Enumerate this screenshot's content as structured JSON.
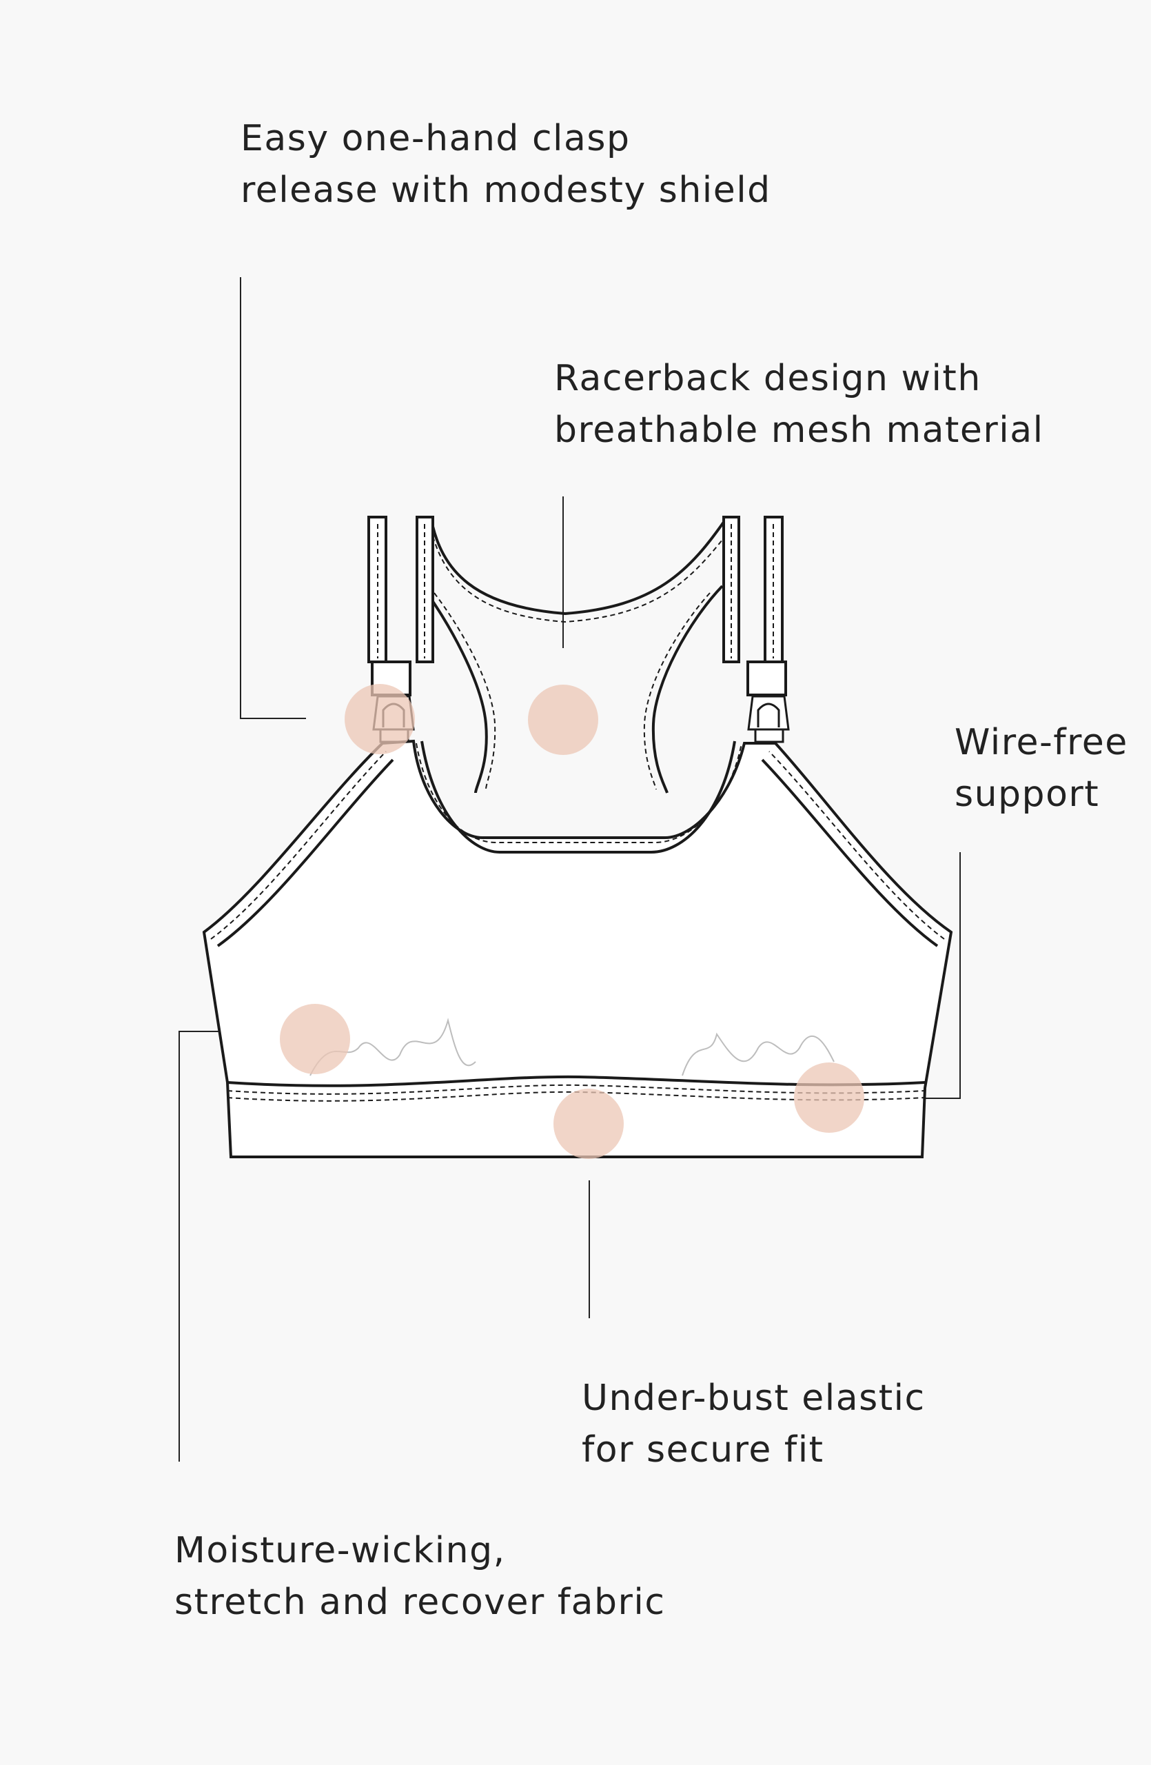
{
  "callouts": {
    "clasp": {
      "line1": "Easy one-hand clasp",
      "line2": "release with modesty shield"
    },
    "racerback": {
      "line1": "Racerback design with",
      "line2": "breathable mesh material"
    },
    "wire_free": {
      "line1": "Wire-free",
      "line2": "support"
    },
    "under_bust": {
      "line1": "Under-bust elastic",
      "line2": "for secure fit"
    },
    "fabric": {
      "line1": "Moisture-wicking,",
      "line2": "stretch and recover fabric"
    }
  },
  "colors": {
    "background": "#f8f8f8",
    "text": "#222222",
    "outline": "#1a1a1a",
    "marker": "#ecc7b6"
  }
}
